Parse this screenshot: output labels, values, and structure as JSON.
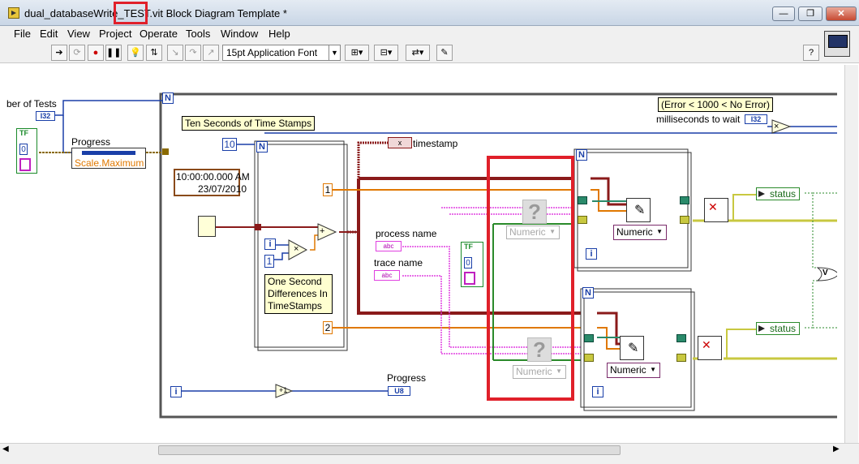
{
  "window": {
    "title": "dual_databaseWrite_TEST.vit Block Diagram Template *"
  },
  "menu": [
    "File",
    "Edit",
    "View",
    "Project",
    "Operate",
    "Tools",
    "Window",
    "Help"
  ],
  "toolbar": {
    "font": "15pt Application Font",
    "help_icon": "?"
  },
  "diagram": {
    "number_of_tests_label": "ber of Tests",
    "i32": "I32",
    "progress_label": "Progress",
    "scale_maximum": "Scale.Maximum",
    "n_label": "N",
    "i_label": "i",
    "ten_seconds_comment": "Ten Seconds of Time Stamps",
    "ten_const": "10",
    "timestamp_line1": "10:00:00.000 AM",
    "timestamp_line2": "23/07/2010",
    "one_const": "1",
    "two_const": "2",
    "timestamp_label": "timestamp",
    "process_name_label": "process name",
    "trace_name_label": "trace name",
    "abc": "abc",
    "one_second_comment": "One Second Differences In TimeStamps",
    "numeric_greyed_1": "Numeric",
    "numeric_greyed_2": "Numeric",
    "numeric_1": "Numeric",
    "numeric_2": "Numeric",
    "error_comment": "(Error < 1000 < No Error)",
    "ms_to_wait_label": "milliseconds to wait",
    "status_1": "status",
    "status_2": "status",
    "progress_out_label": "Progress",
    "u8": "U8",
    "zero": "0",
    "tf_1": "TF",
    "tf_2": "TF",
    "question": "?",
    "times_op": "×",
    "plus_op": "+",
    "increment_op": "+1",
    "or_op": "V",
    "x_glyph": "x"
  },
  "colors": {
    "highlight": "#e0202a",
    "wire_orange": "#e07800",
    "wire_pink": "#e040e0",
    "wire_blue": "#1a3fa8",
    "wire_green": "#2a8a2a"
  }
}
